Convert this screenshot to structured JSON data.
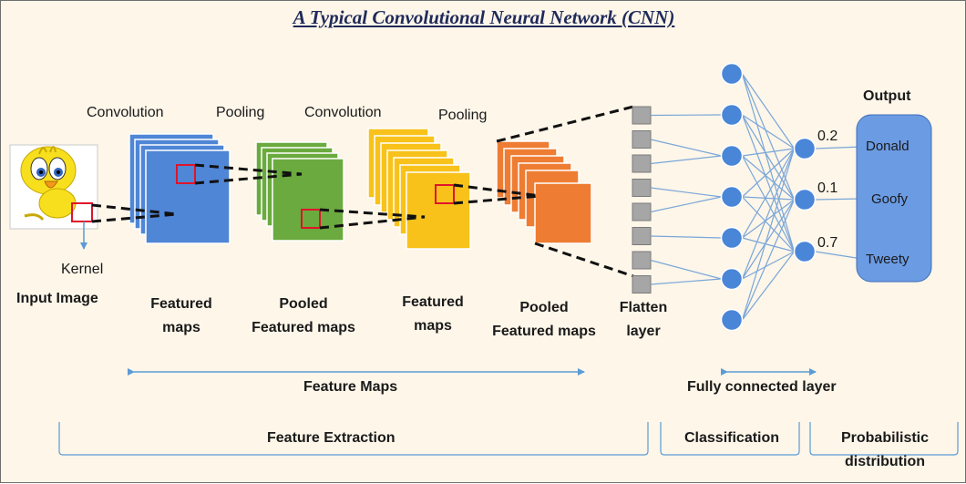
{
  "title": "A Typical Convolutional Neural Network (CNN)",
  "stage_labels": {
    "convolution_1": "Convolution",
    "pooling_1": "Pooling",
    "convolution_2": "Convolution",
    "pooling_2": "Pooling"
  },
  "kernel_label": "Kernel",
  "layer_captions": {
    "input": "Input Image",
    "featured_maps_1": [
      "Featured",
      "maps"
    ],
    "pooled_1": [
      "Pooled",
      "Featured maps"
    ],
    "featured_maps_2": [
      "Featured",
      "maps"
    ],
    "pooled_2": [
      "Pooled",
      "Featured maps"
    ],
    "flatten": [
      "Flatten",
      "layer"
    ]
  },
  "output": {
    "heading": "Output",
    "classes": [
      "Donald",
      "Goofy",
      "Tweety"
    ],
    "probabilities": [
      "0.2",
      "0.1",
      "0.7"
    ]
  },
  "spans": {
    "feature_maps": "Feature Maps",
    "fully_connected": "Fully connected layer"
  },
  "sections": {
    "feature_extraction": "Feature Extraction",
    "classification": "Classification",
    "probabilistic": [
      "Probabilistic",
      "distribution"
    ]
  },
  "colors": {
    "background": "#fdf6e9",
    "conv1_maps": "#4f86d6",
    "pool1_maps": "#6aaa3e",
    "conv2_maps": "#f8c21a",
    "pool2_maps": "#ee7d33",
    "flatten_cells": "#a6a6a6",
    "neurons": "#4a86d8",
    "output_box": "#6b9be3",
    "connections": "#7aa6d8",
    "kernel_box": "#e0142a",
    "arrows": "#5b9bd5"
  },
  "network": {
    "hidden_neurons": 7,
    "output_neurons": 3,
    "flatten_cells": 8
  }
}
